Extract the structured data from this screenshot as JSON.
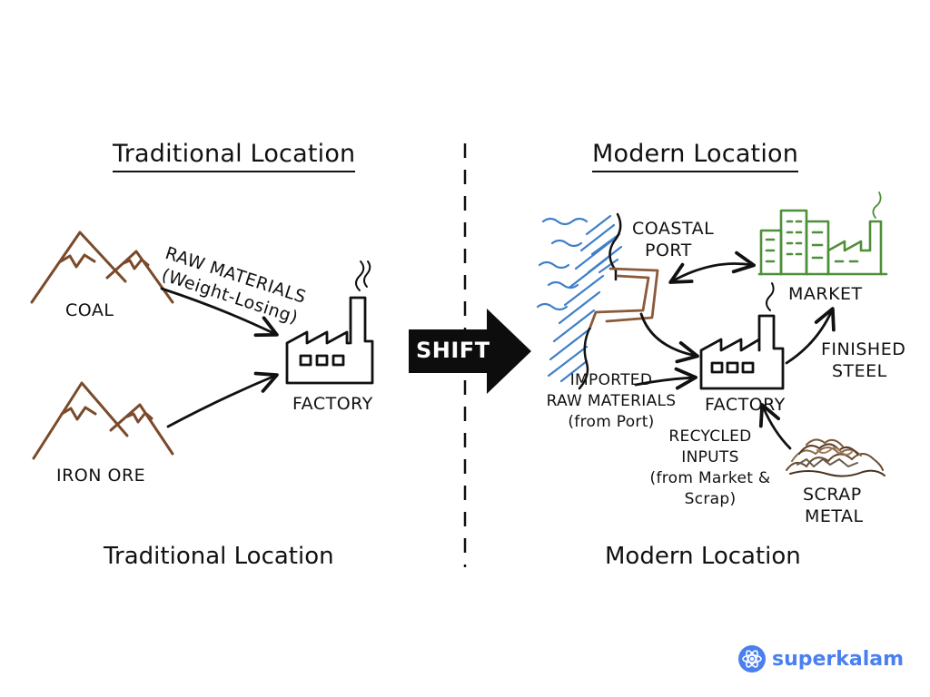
{
  "left_panel": {
    "heading": "Traditional Location",
    "caption": "Traditional Location",
    "coal_label": "COAL",
    "iron_ore_label": "IRON ORE",
    "raw_materials_label": "RAW MATERIALS",
    "raw_materials_note": "(Weight-Losing)",
    "factory_label": "FACTORY"
  },
  "shift_label": "SHIFT",
  "right_panel": {
    "heading": "Modern Location",
    "caption": "Modern Location",
    "coastal_port_line1": "COASTAL",
    "coastal_port_line2": "PORT",
    "market_label": "MARKET",
    "factory_label": "FACTORY",
    "finished_steel_line1": "FINISHED",
    "finished_steel_line2": "STEEL",
    "imported_line1": "IMPORTED",
    "imported_line2": "RAW MATERIALS",
    "imported_line3": "(from Port)",
    "recycled_line1": "RECYCLED",
    "recycled_line2": "INPUTS",
    "recycled_line3": "(from Market &",
    "recycled_line4": "Scrap)",
    "scrap_line1": "SCRAP",
    "scrap_line2": "METAL"
  },
  "brand": {
    "name": "superkalam"
  },
  "colors": {
    "ink": "#111111",
    "mountain_brown": "#7a4a2a",
    "sea_blue": "#3f7fc8",
    "coast_brown": "#8a5a3a",
    "market_green": "#4e8f3a",
    "brand_blue": "#4a7ff0"
  }
}
